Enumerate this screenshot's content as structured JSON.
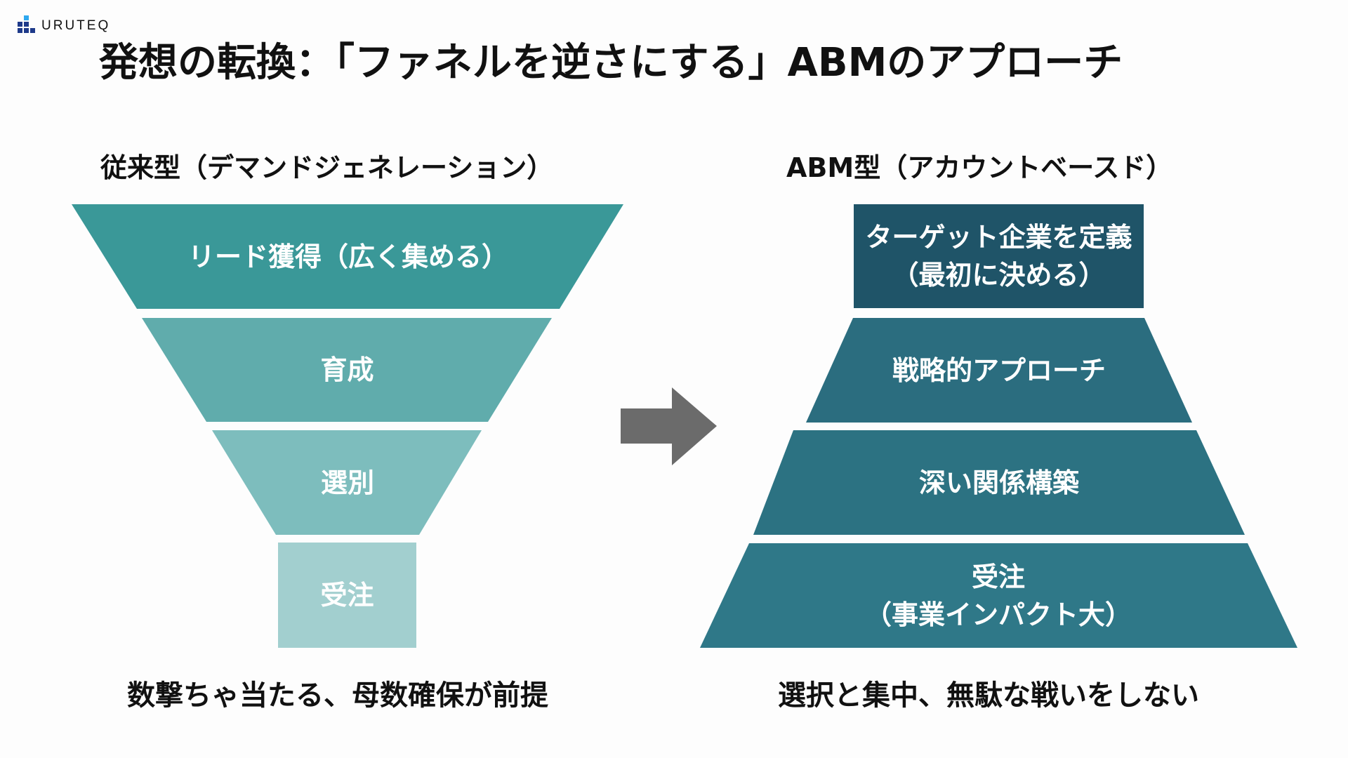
{
  "brand": {
    "name": "URUTEQ",
    "icon": "bar-blocks-logo-icon"
  },
  "title": "発想の転換：「ファネルを逆さにする」ABMのアプローチ",
  "colors": {
    "funnel": [
      "#3a9898",
      "#60acac",
      "#7dbdbd",
      "#a2cfcf"
    ],
    "pyramid": [
      "#1f5468",
      "#2b6d7f",
      "#2c7282",
      "#2f7888"
    ],
    "arrow": "#6b6b6b",
    "logo_dark": "#1e3a8a",
    "logo_light": "#2ea8ef"
  },
  "left": {
    "heading": "従来型（デマンドジェネレーション）",
    "stages": [
      {
        "lines": [
          "リード獲得（広く集める）"
        ]
      },
      {
        "lines": [
          "育成"
        ]
      },
      {
        "lines": [
          "選別"
        ]
      },
      {
        "lines": [
          "受注"
        ]
      }
    ],
    "caption": "数撃ちゃ当たる、母数確保が前提"
  },
  "arrow": {
    "icon": "right-arrow-icon"
  },
  "right": {
    "heading": "ABM型（アカウントベースド）",
    "stages": [
      {
        "lines": [
          "ターゲット企業を定義",
          "（最初に決める）"
        ]
      },
      {
        "lines": [
          "戦略的アプローチ"
        ]
      },
      {
        "lines": [
          "深い関係構築"
        ]
      },
      {
        "lines": [
          "受注",
          "（事業インパクト大）"
        ]
      }
    ],
    "caption": "選択と集中、無駄な戦いをしない"
  }
}
